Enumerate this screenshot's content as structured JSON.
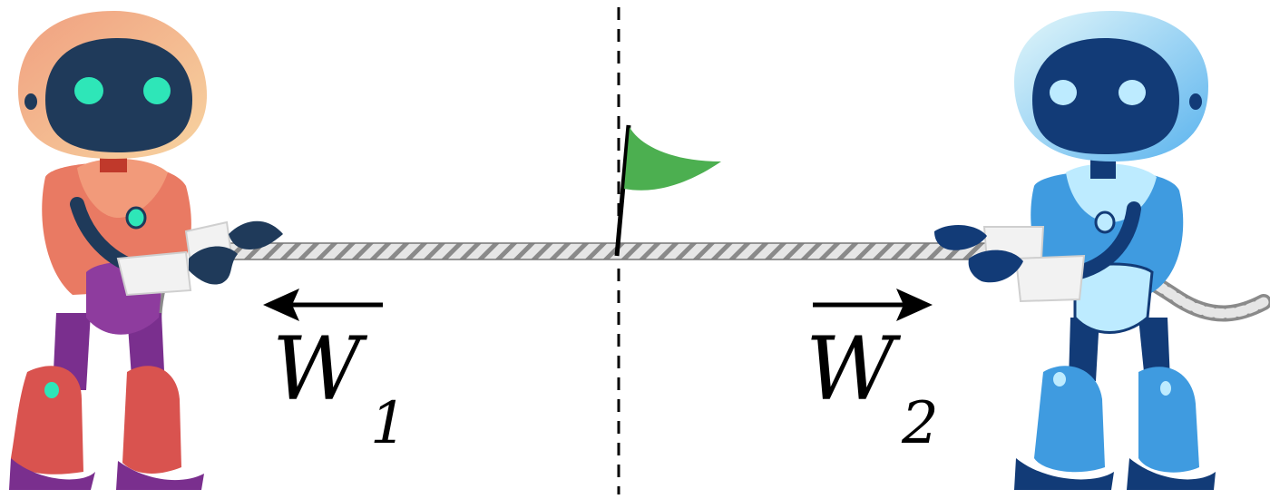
{
  "labels": {
    "left": {
      "main": "W",
      "sub": "1"
    },
    "right": {
      "main": "W",
      "sub": "2"
    }
  },
  "icons": {
    "left_robot": "robot-icon",
    "right_robot": "robot-icon",
    "flag": "flag-icon",
    "rope": "rope-icon",
    "arrow_left": "arrow-left-icon",
    "arrow_right": "arrow-right-icon"
  },
  "colors": {
    "left_robot_primary": "#E97A63",
    "left_robot_accent": "#7A2F8E",
    "left_robot_eyes": "#2EE6B8",
    "right_robot_primary": "#3F9BE0",
    "right_robot_accent": "#123B77",
    "right_robot_eyes": "#BDEBFF",
    "visor": "#1F3A5A",
    "flag": "#4CAF50",
    "rope": "#BDBDBD",
    "ink": "#000000"
  }
}
